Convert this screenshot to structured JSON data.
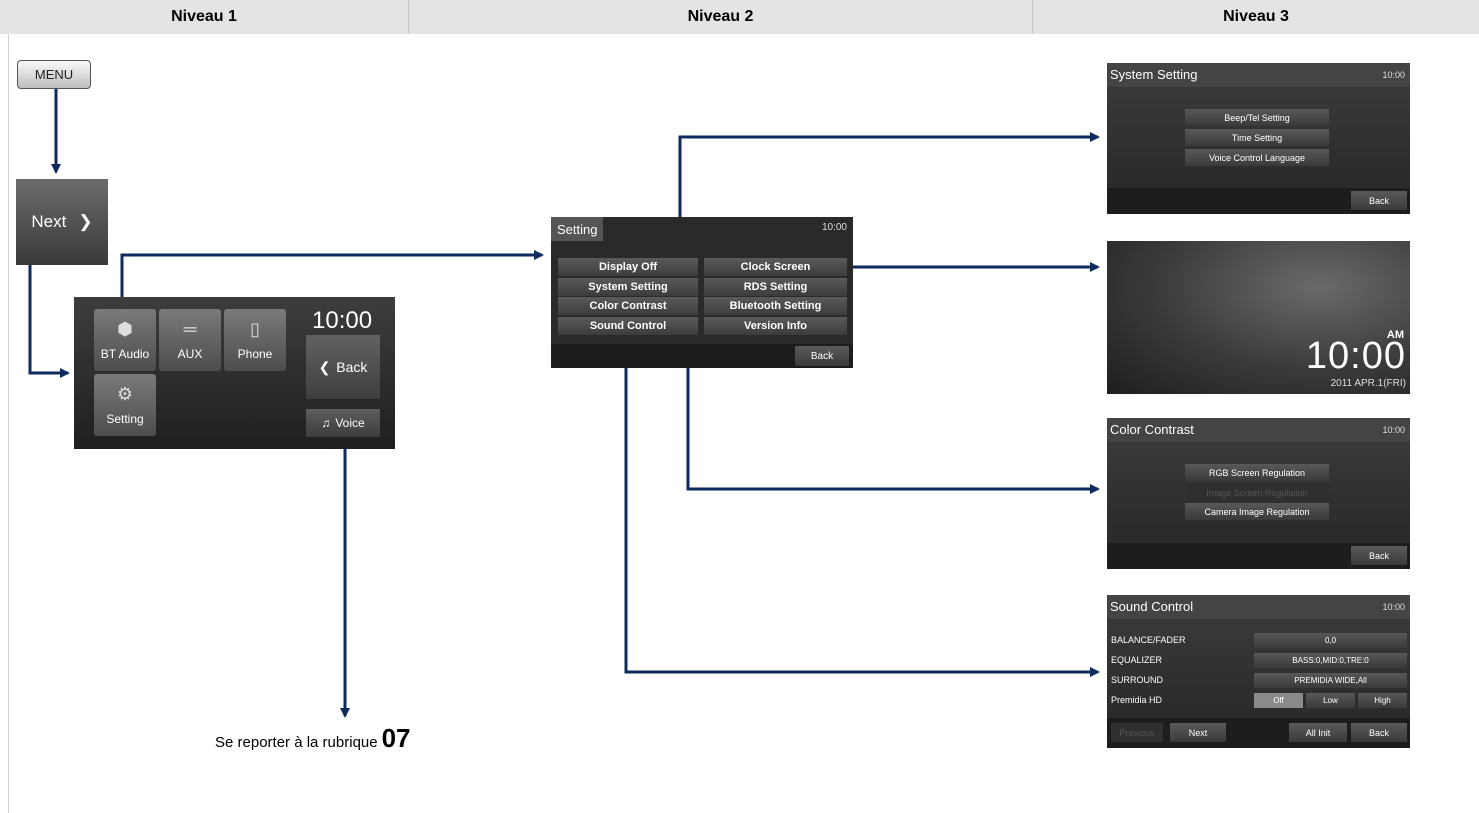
{
  "headers": [
    "Niveau 1",
    "Niveau 2",
    "Niveau 3"
  ],
  "level1": {
    "menu_label": "MENU",
    "next_label": "Next",
    "home": {
      "time": "10:00",
      "tiles": [
        "BT Audio",
        "AUX",
        "Phone",
        "Setting"
      ],
      "back_label": "Back",
      "voice_label": "Voice"
    },
    "caption_text": "Se reporter à la rubrique",
    "caption_number": "07"
  },
  "level2": {
    "setting_screen": {
      "title": "Setting",
      "time": "10:00",
      "buttons_left": [
        "Display Off",
        "System Setting",
        "Color Contrast",
        "Sound Control"
      ],
      "buttons_right": [
        "Clock Screen",
        "RDS Setting",
        "Bluetooth Setting",
        "Version Info"
      ],
      "back_label": "Back"
    }
  },
  "level3": {
    "system_setting": {
      "title": "System Setting",
      "time": "10:00",
      "buttons": [
        "Beep/Tel Setting",
        "Time Setting",
        "Voice Control Language"
      ],
      "back_label": "Back"
    },
    "clock_screen": {
      "ampm": "AM",
      "time": "10:00",
      "date": "2011 APR.1(FRI)"
    },
    "color_contrast": {
      "title": "Color Contrast",
      "time": "10:00",
      "buttons": [
        "RGB Screen Regulation",
        "Image Screen Regulation",
        "Camera Image Regulation"
      ],
      "back_label": "Back"
    },
    "sound_control": {
      "title": "Sound Control",
      "time": "10:00",
      "rows": [
        {
          "label": "BALANCE/FADER",
          "value": "0,0"
        },
        {
          "label": "EQUALIZER",
          "value": "BASS:0,MID:0,TRE:0"
        },
        {
          "label": "SURROUND",
          "value": "PREMIDIA WIDE,All"
        },
        {
          "label": "Premidia HD",
          "value": ""
        }
      ],
      "hd_options": [
        "Off",
        "Low",
        "High"
      ],
      "previous_label": "Previous",
      "next_label": "Next",
      "all_init_label": "All Init",
      "back_label": "Back"
    }
  },
  "colors": {
    "arrow": "#0f2a5c",
    "header_bg": "#e4e4e4"
  }
}
